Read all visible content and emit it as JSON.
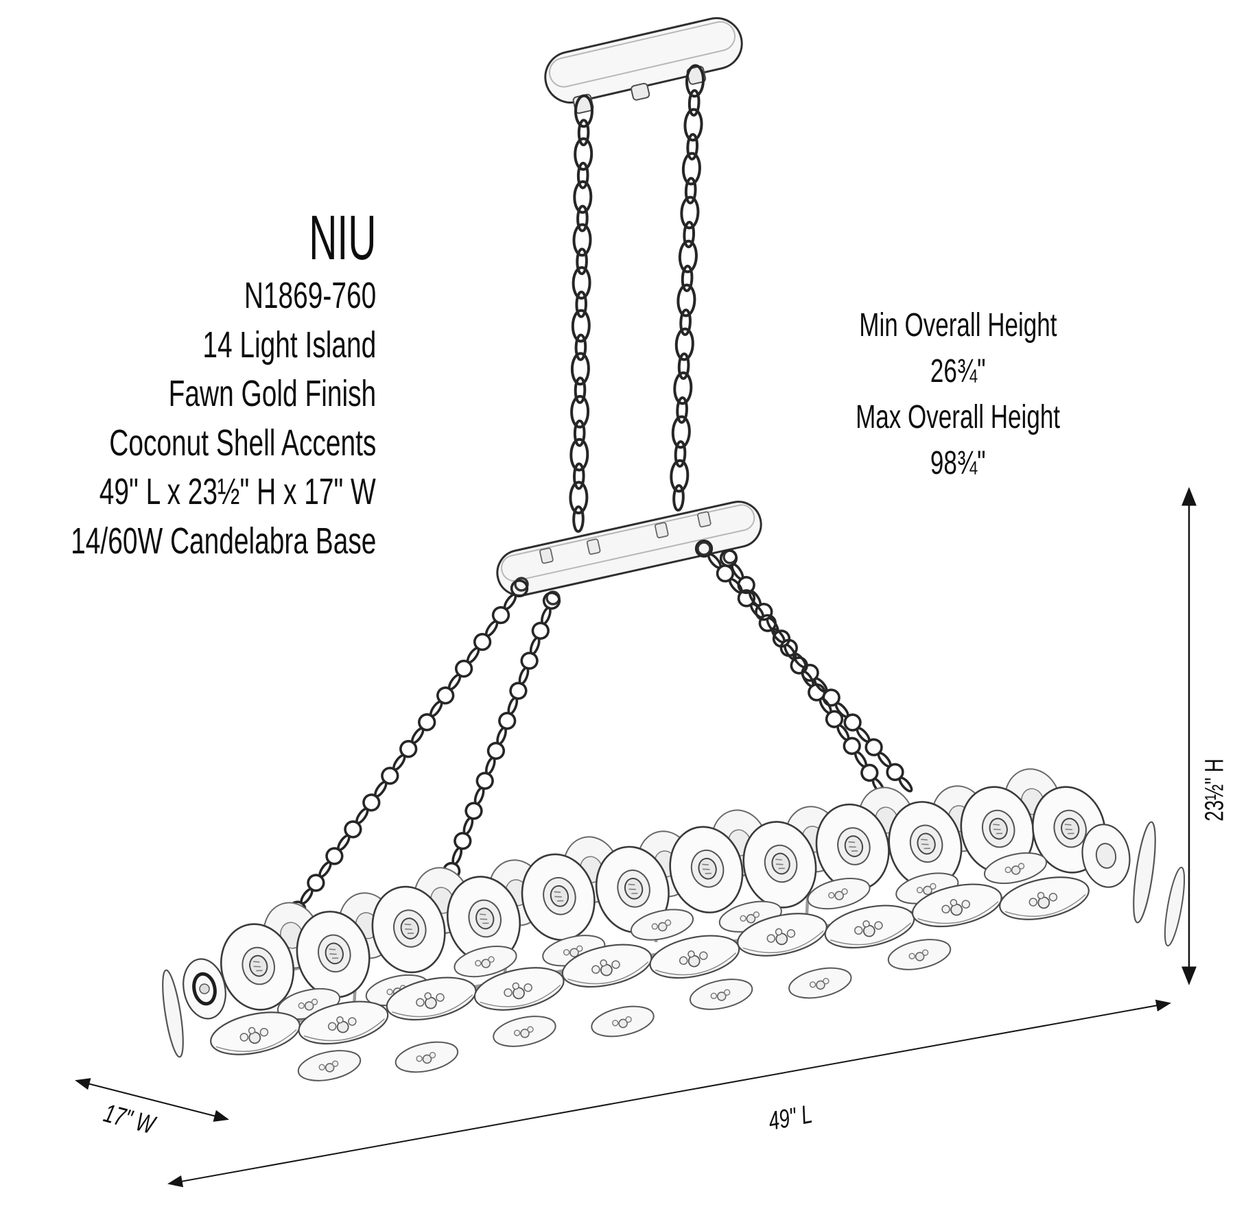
{
  "product": {
    "title": "NIU",
    "specs": [
      "N1869-760",
      "14 Light Island",
      "Fawn Gold Finish",
      "Coconut Shell Accents",
      "49\" L x 23½\" H x 17\" W",
      "14/60W Candelabra Base"
    ]
  },
  "height_callout": {
    "min_label": "Min Overall Height",
    "min_value": "26¾\"",
    "max_label": "Max Overall Height",
    "max_value": "98¾\""
  },
  "dimension_labels": {
    "length": "49\" L",
    "width": "17\" W",
    "height": "23½\" H"
  },
  "colors": {
    "background": "#ffffff",
    "line_art": "#2a2a2a",
    "text": "#0d0d0d"
  }
}
